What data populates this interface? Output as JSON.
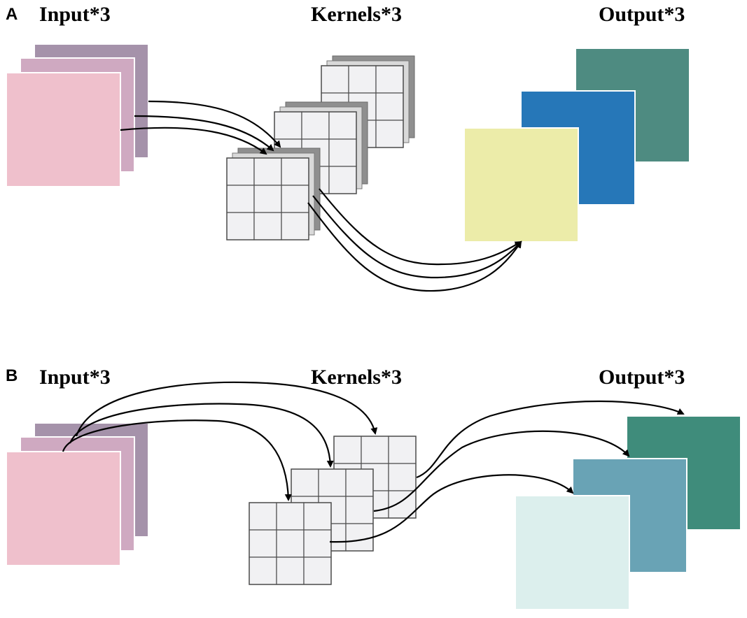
{
  "panel_a": {
    "letter": "A",
    "input_label": "Input*3",
    "kernel_label": "Kernels*3",
    "output_label": "Output*3",
    "input_colors": [
      "#a592aa",
      "#cfa9c1",
      "#efc0cc"
    ],
    "output_colors": [
      "#4e8b81",
      "#2677b8",
      "#ececa9"
    ]
  },
  "panel_b": {
    "letter": "B",
    "input_label": "Input*3",
    "kernel_label": "Kernels*3",
    "output_label": "Output*3",
    "input_colors": [
      "#a592aa",
      "#cfa9c1",
      "#efc0cc"
    ],
    "output_colors": [
      "#3f8c7b",
      "#69a3b5",
      "#dcefed"
    ]
  },
  "colors": {
    "kernel_cell": "#f1f1f3",
    "kernel_line": "#4d4d4d",
    "arrow": "#000000"
  }
}
